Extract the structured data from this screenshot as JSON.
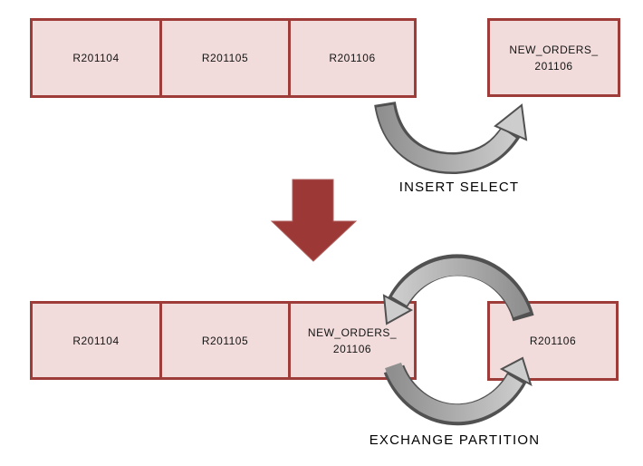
{
  "diagram": {
    "subject": "partition exchange flow",
    "colors": {
      "background": "#ffffff",
      "box_fill": "#f2dcdb",
      "box_border": "#9e3c39",
      "red_arrow": "#9c3937",
      "arrow_gray_dark": "#8f8f8f",
      "arrow_gray_light": "#cfcfcf",
      "arrow_outline": "#515151",
      "label_text": "#141414"
    },
    "icons": {
      "down_arrow": "down-arrow-icon",
      "insert_select_arrow": "curved-up-arrow-icon",
      "exchange_arrows": "circular-swap-arrows-icon"
    }
  },
  "before": {
    "partitions": [
      {
        "label": "R201104"
      },
      {
        "label": "R201105"
      },
      {
        "label": "R201106"
      }
    ],
    "staging_table": {
      "label_line1": "NEW_ORDERS_",
      "label_line2": "201106"
    }
  },
  "after": {
    "partitions": [
      {
        "label": "R201104"
      },
      {
        "label": "R201105"
      }
    ],
    "staging_in_table": {
      "label_line1": "NEW_ORDERS_",
      "label_line2": "201106"
    },
    "swapped_out": {
      "label": "R201106"
    }
  },
  "operations": {
    "insert_select": "INSERT SELECT",
    "exchange_partition": "EXCHANGE PARTITION"
  }
}
